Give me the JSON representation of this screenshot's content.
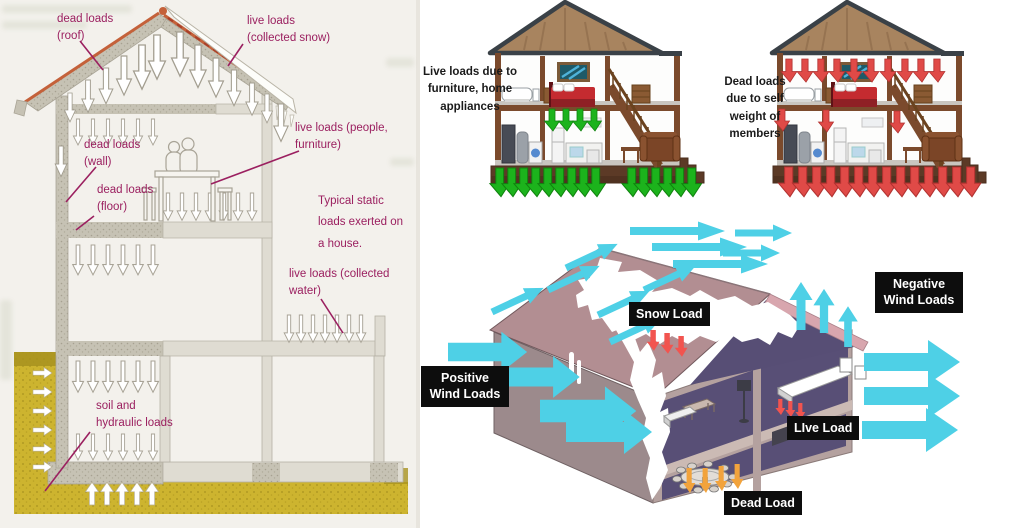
{
  "left_panel": {
    "caption": "Typical static loads exerted on a house.",
    "labels": {
      "dead_roof": "dead loads (roof)",
      "live_snow": "live loads (collected snow)",
      "live_people": "live loads (people, furniture)",
      "dead_wall": "dead loads (wall)",
      "dead_floor": "dead loads (floor)",
      "live_water": "live loads (collected water)",
      "soil": "soil and hydraulic loads"
    },
    "colors": {
      "label_text": "#9b2060",
      "roof_line": "#c4613a",
      "soil_fill": "#cdb42f",
      "structure_fill": "#c6c2b4",
      "arrow_fill": "#ffffff"
    }
  },
  "top_right": {
    "live_house": {
      "label": "Live loads due to furniture, home appliances",
      "arrow_color": "#1cb31c"
    },
    "dead_house": {
      "label": "Dead loads due to self weight of members",
      "arrow_color": "#e04a47"
    }
  },
  "wind_diagram": {
    "labels": {
      "snow": "Snow Load",
      "positive_wind": "Positive Wind Loads",
      "negative_wind": "Negative Wind Loads",
      "live": "LIve Load",
      "dead": "Dead Load"
    },
    "colors": {
      "wind_arrow": "#4ed0e6",
      "snow_arrow": "#f2544f",
      "live_arrow": "#f2544f",
      "dead_arrow": "#f2a33c",
      "label_bg": "#0d0d0d",
      "label_text": "#ffffff"
    }
  }
}
